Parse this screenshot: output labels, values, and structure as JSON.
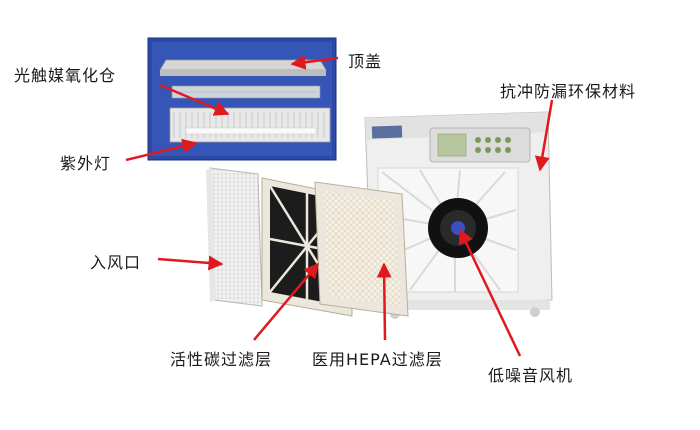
{
  "labels": {
    "top_cover": "顶盖",
    "photocatalyst": "光触媒氧化仓",
    "uv_lamp": "紫外灯",
    "antibacterial": "抗冲防漏环保材料",
    "air_inlet": "入风口",
    "carbon_filter": "活性碳过滤层",
    "hepa_filter": "医用HEPA过滤层",
    "fan": "低噪音风机"
  },
  "colors": {
    "arrow": "#e0191f",
    "inset_bg": "#2b4aa8",
    "housing": "#f2f2f2",
    "carbon": "#1c1c1c",
    "filter_frame": "#ece7dc"
  }
}
